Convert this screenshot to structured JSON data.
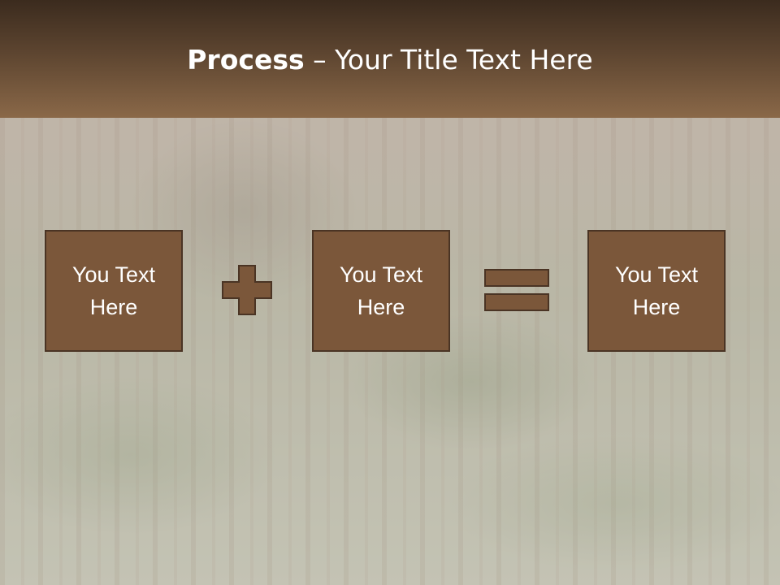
{
  "slide": {
    "title_bold": "Process",
    "title_rest": " – Your Title Text Here",
    "boxes": [
      {
        "line1": "You Text",
        "line2": "Here"
      },
      {
        "line1": "You Text",
        "line2": "Here"
      },
      {
        "line1": "You Text",
        "line2": "Here"
      }
    ],
    "operators": [
      "plus-icon",
      "equals-icon"
    ]
  },
  "colors": {
    "header_top": "#3b2b1e",
    "header_bottom": "#8a6848",
    "box_fill": "#7b573a",
    "box_border": "#4a3424",
    "text": "#ffffff"
  }
}
